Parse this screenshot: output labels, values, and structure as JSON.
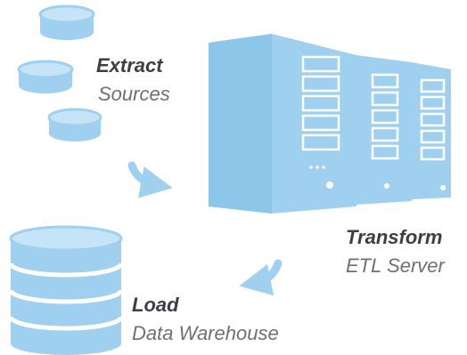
{
  "colors": {
    "accent": "#9fd0ef",
    "accent_light": "#c6e4f7",
    "accent_dark": "#6fb4de",
    "text_dark": "#3a3f48",
    "text_light": "#6b7079"
  },
  "icons": {
    "source": "database-disk-icon",
    "server": "server-rack-icon",
    "warehouse": "database-stack-icon",
    "arrow": "curved-arrow-icon"
  },
  "steps": {
    "extract": {
      "title": "Extract",
      "subtitle": "Sources"
    },
    "transform": {
      "title": "Transform",
      "subtitle": "ETL Server"
    },
    "load": {
      "title": "Load",
      "subtitle": "Data Warehouse"
    }
  }
}
